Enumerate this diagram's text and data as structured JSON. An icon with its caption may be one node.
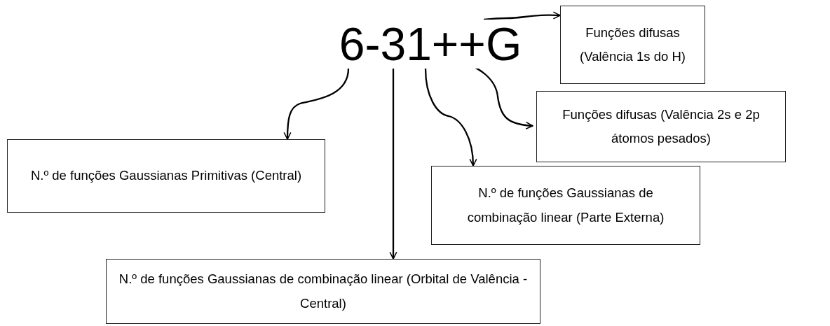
{
  "diagram": {
    "nodes": [
      {
        "text": [
          "6-31++G"
        ]
      },
      {
        "text": [
          "Funções difusas (Valência 1s do H)"
        ]
      },
      {
        "text": [
          "Funções difusas (Valência 2s e 2p átomos pesados)"
        ]
      },
      {
        "text": [
          "N.º de funções Gaussianas Primitivas (Central)"
        ]
      },
      {
        "text": [
          "N.º de funções Gaussianas de combinação linear (Parte Externa)"
        ]
      },
      {
        "text": [
          "N.º de funções Gaussianas de combinação linear (Orbital de Valência - Central)"
        ]
      }
    ],
    "edges": [
      {
        "from": 0,
        "to": 1,
        "arrow": "to"
      },
      {
        "from": 0,
        "to": 2,
        "arrow": "to"
      },
      {
        "from": 0,
        "to": 3,
        "arrow": "to"
      },
      {
        "from": 0,
        "to": 4,
        "arrow": "to"
      },
      {
        "from": 0,
        "to": 5,
        "arrow": "to"
      }
    ]
  }
}
